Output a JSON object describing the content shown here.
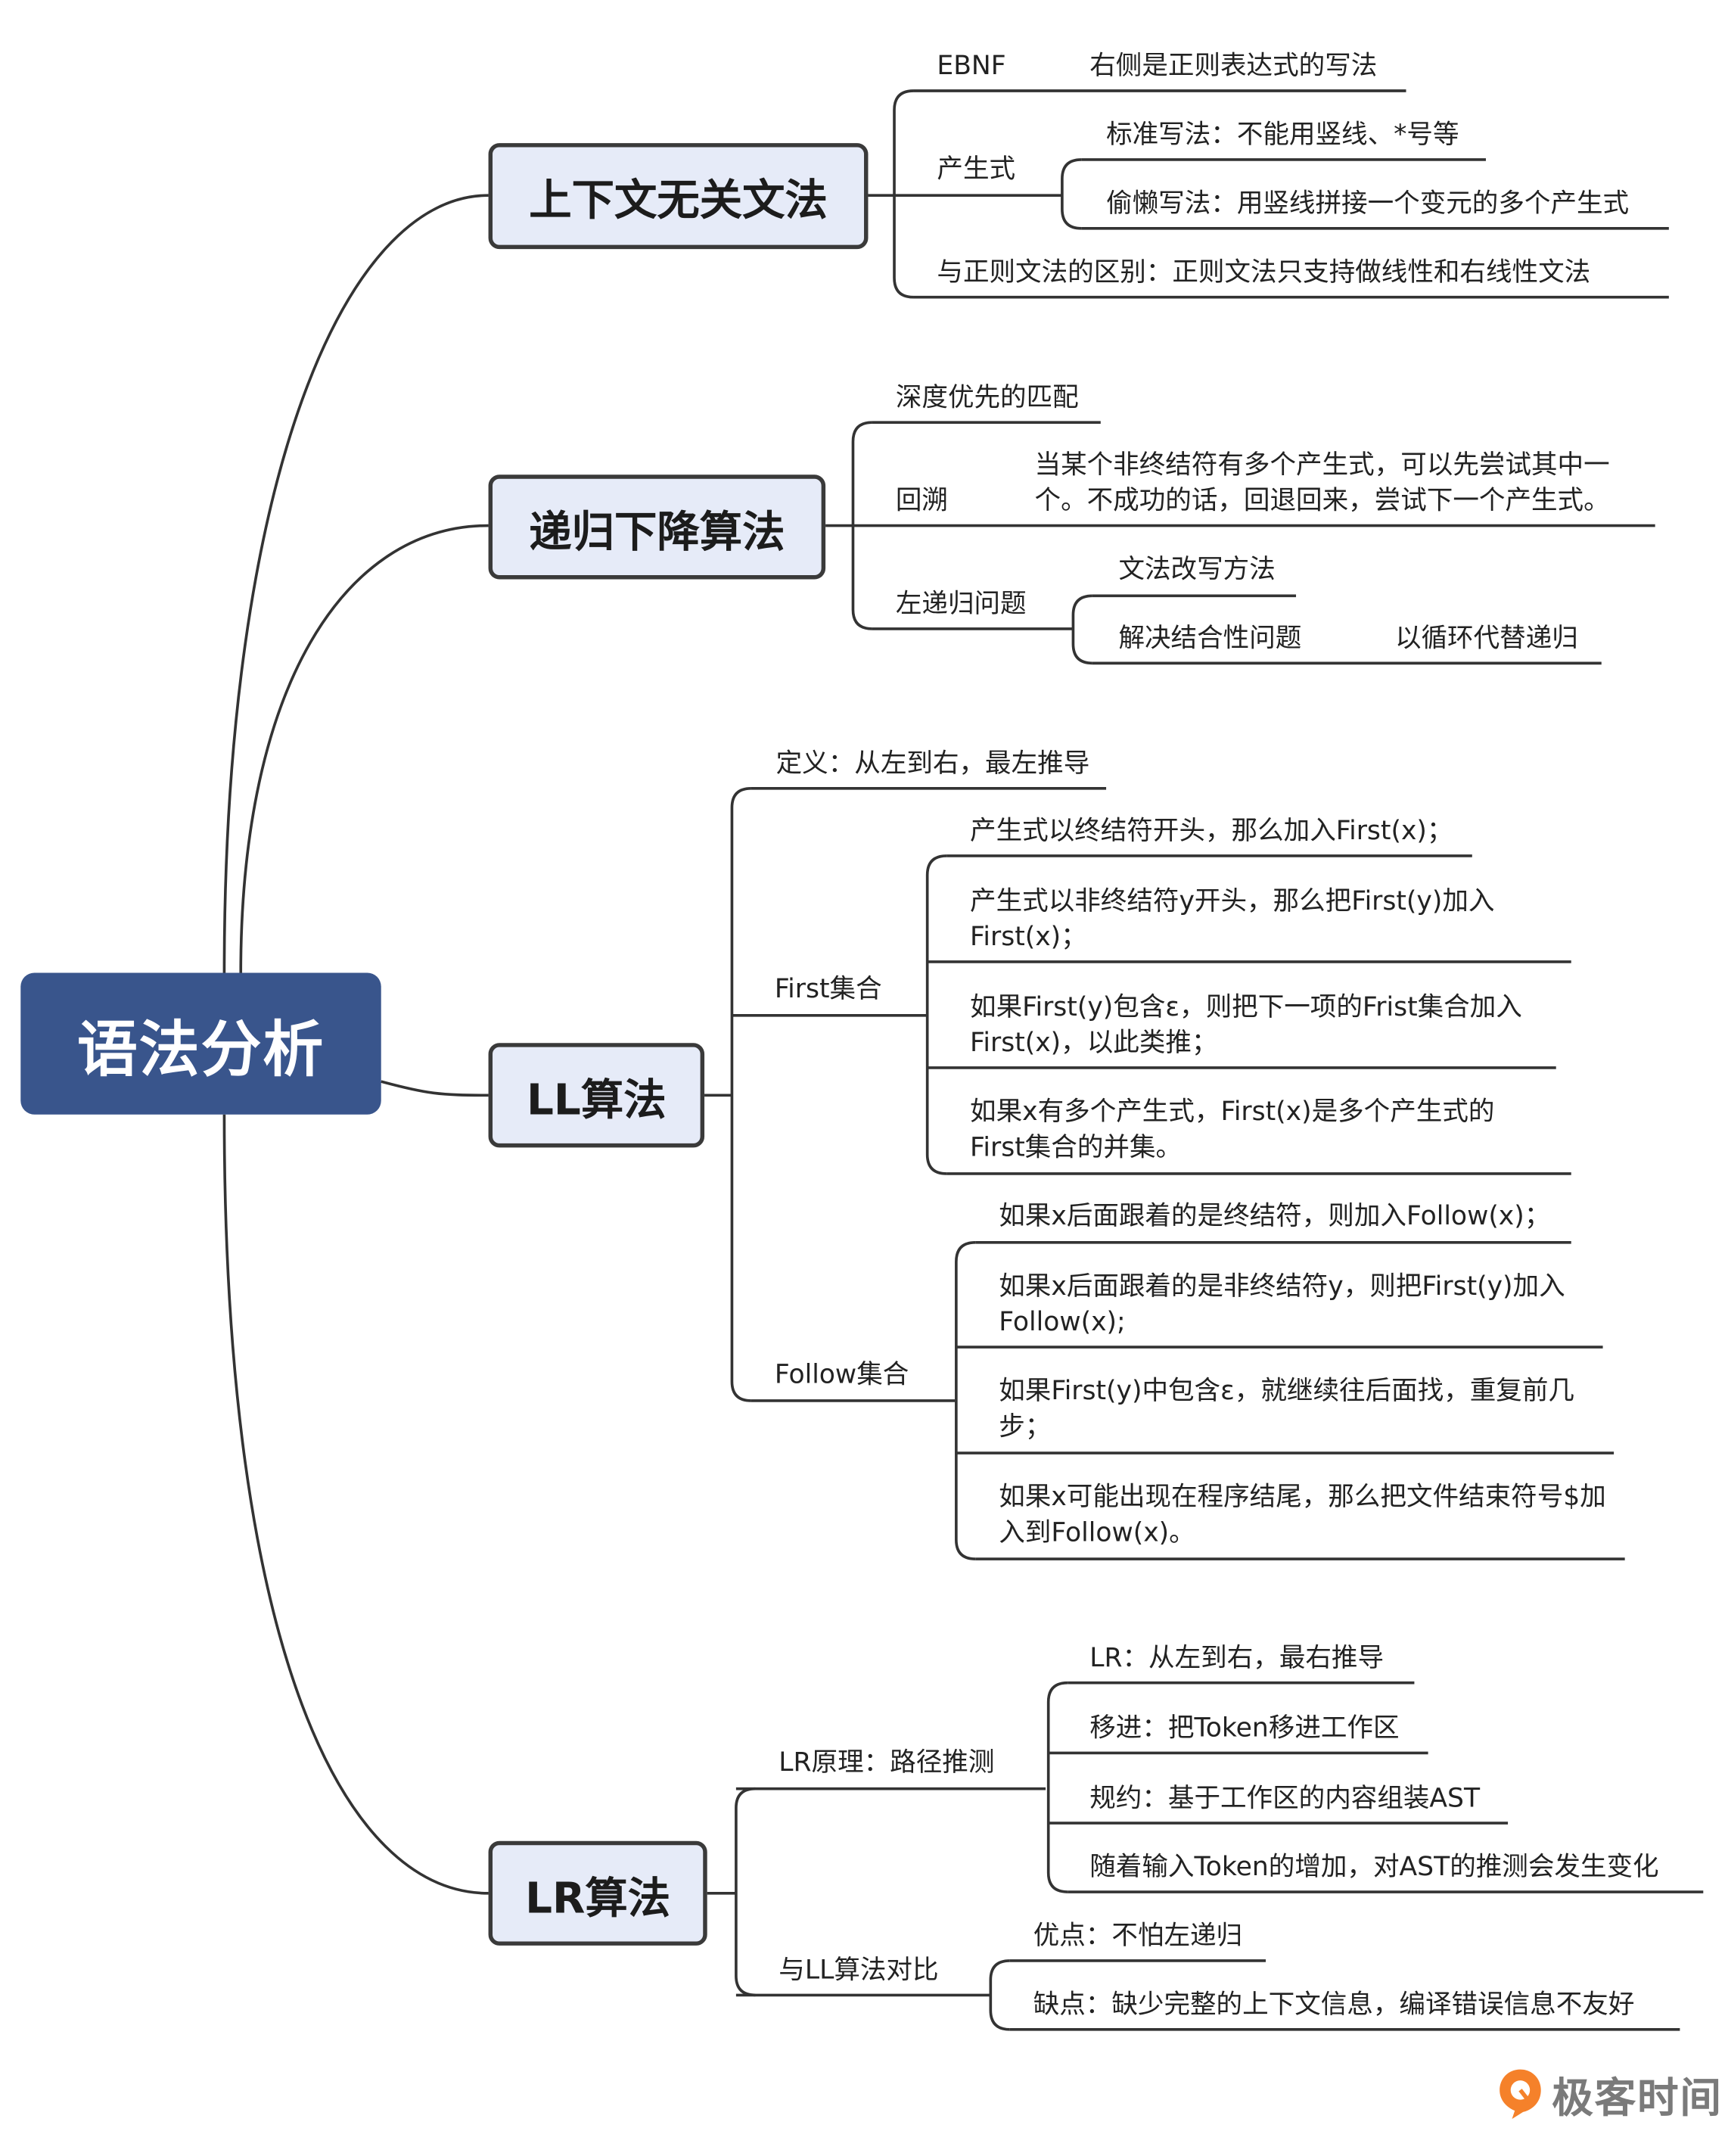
{
  "root": "语法分析",
  "brand": {
    "name": "极客时间",
    "accent": "#f5812a"
  },
  "colors": {
    "root_fill": "#39558c",
    "branch_fill": "#e6ebf8",
    "line": "#333333"
  },
  "b1": {
    "title": "上下文无关文法",
    "ebnf": "EBNF",
    "ebnf_desc": "右侧是正则表达式的写法",
    "prod": "产生式",
    "prod_a": "标准写法：不能用竖线、*号等",
    "prod_b": "偷懒写法：用竖线拼接一个变元的多个产生式",
    "diff": "与正则文法的区别：正则文法只支持做线性和右线性文法"
  },
  "b2": {
    "title": "递归下降算法",
    "dfs": "深度优先的匹配",
    "backtrack": "回溯",
    "backtrack_desc": "当某个非终结符有多个产生式，可以先尝试其中一个。不成功的话，回退回来，尝试下一个产生式。",
    "leftrec": "左递归问题",
    "rewrite": "文法改写方法",
    "assoc": "解决结合性问题",
    "loop": "以循环代替递归"
  },
  "b3": {
    "title": "LL算法",
    "def": "定义：从左到右，最左推导",
    "first": "First集合",
    "first_1": "产生式以终结符开头，那么加入First(x)；",
    "first_2": "产生式以非终结符y开头，那么把First(y)加入First(x)；",
    "first_3": "如果First(y)包含ε，则把下一项的Frist集合加入First(x)，以此类推；",
    "first_4": "如果x有多个产生式，First(x)是多个产生式的First集合的并集。",
    "follow": "Follow集合",
    "follow_1": "如果x后面跟着的是终结符，则加入Follow(x)；",
    "follow_2": "如果x后面跟着的是非终结符y，则把First(y)加入Follow(x);",
    "follow_3": "如果First(y)中包含ε，就继续往后面找，重复前几步；",
    "follow_4": "如果x可能出现在程序结尾，那么把文件结束符号$加入到Follow(x)。"
  },
  "b4": {
    "title": "LR算法",
    "principle": "LR原理：路径推测",
    "p1": "LR：从左到右，最右推导",
    "p2": "移进：把Token移进工作区",
    "p3": "规约：基于工作区的内容组装AST",
    "p4": "随着输入Token的增加，对AST的推测会发生变化",
    "compare": "与LL算法对比",
    "pro": "优点：不怕左递归",
    "con": "缺点：缺少完整的上下文信息，编译错误信息不友好"
  }
}
